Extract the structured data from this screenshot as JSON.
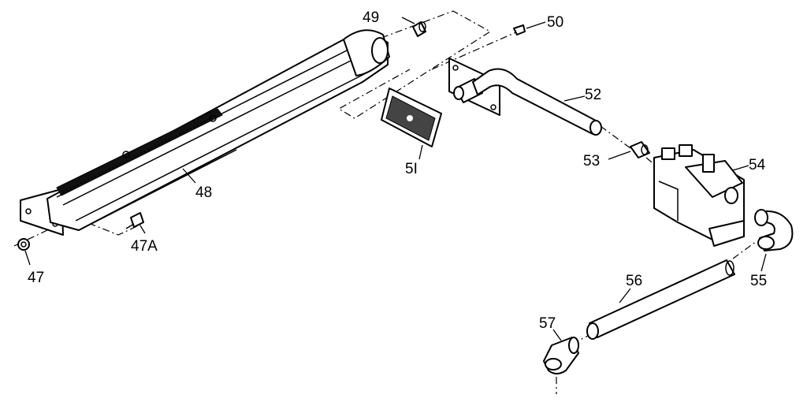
{
  "labels": {
    "p47": "47",
    "p47a": "47A",
    "p48": "48",
    "p49": "49",
    "p50": "50",
    "p51": "5I",
    "p52": "52",
    "p53": "53",
    "p54": "54",
    "p55": "55",
    "p56": "56",
    "p57": "57"
  }
}
